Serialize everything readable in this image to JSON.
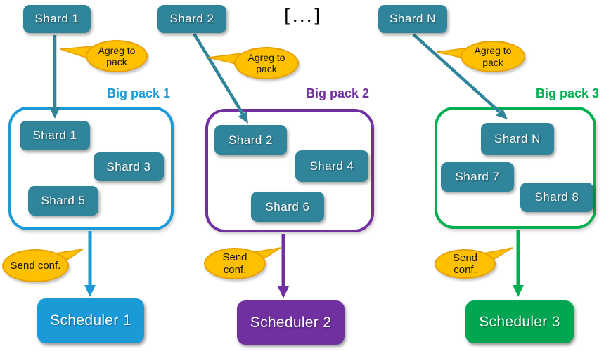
{
  "colors": {
    "shard_fill": "#31859B",
    "pack1_accent": "#1B9AD8",
    "pack2_accent": "#7030A0",
    "pack3_accent": "#00B050",
    "scheduler1_fill": "#1B9AD8",
    "scheduler2_fill": "#7030A0",
    "scheduler3_fill": "#00A651",
    "bubble_fill": "#FFC000",
    "bubble_stroke": "#E8A000"
  },
  "ellipsis": "[...]",
  "columns": [
    {
      "source_shard": "Shard 1",
      "aggregate_bubble": "Agreg to pack",
      "pack_title": "Big pack 1",
      "pack_shards": [
        "Shard 1",
        "Shard 3",
        "Shard 5"
      ],
      "send_bubble": "Send conf.",
      "scheduler": "Scheduler 1"
    },
    {
      "source_shard": "Shard 2",
      "aggregate_bubble": "Agreg to pack",
      "pack_title": "Big pack 2",
      "pack_shards": [
        "Shard 2",
        "Shard 4",
        "Shard 6"
      ],
      "send_bubble": "Send conf.",
      "scheduler": "Scheduler 2"
    },
    {
      "source_shard": "Shard N",
      "aggregate_bubble": "Agreg to pack",
      "pack_title": "Big pack 3",
      "pack_shards": [
        "Shard N",
        "Shard 7",
        "Shard 8"
      ],
      "send_bubble": "Send conf.",
      "scheduler": "Scheduler 3"
    }
  ]
}
